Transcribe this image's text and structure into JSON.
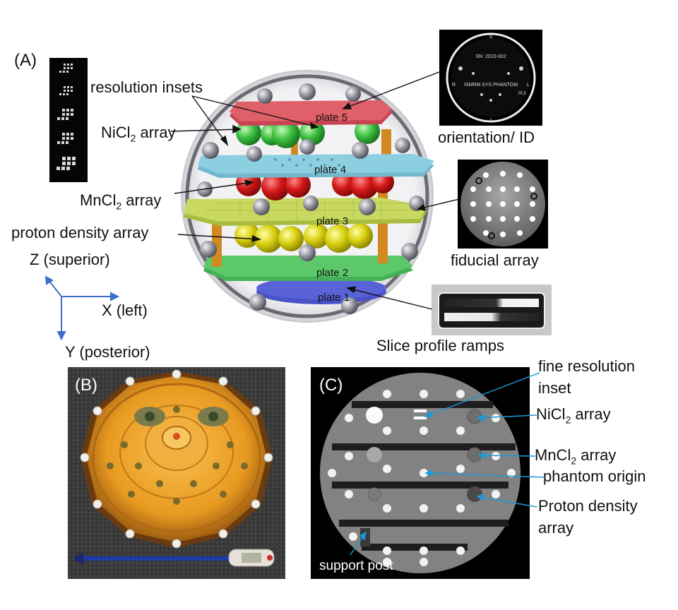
{
  "panelA": {
    "letter": "(A)",
    "labels": {
      "resolution_insets": "resolution insets",
      "nicl2_prefix": "NiCl",
      "nicl2_sub": "2",
      "nicl2_suffix": " array",
      "mncl2_prefix": "MnCl",
      "mncl2_sub": "2",
      "mncl2_suffix": " array",
      "proton_density": "proton density array",
      "orientation_id": "orientation/ ID",
      "fiducial_array": "fiducial array",
      "slice_profile": "Slice profile ramps"
    },
    "plates": [
      "plate 5",
      "plate 4",
      "plate 3",
      "plate 2",
      "plate 1"
    ],
    "axes": {
      "z": "Z (superior)",
      "x": "X (left)",
      "y": "Y (posterior)"
    },
    "orientation_image": {
      "sn": "SN: 2010-002",
      "phantom": "ISMRM SYS PHANTOM",
      "left": "L",
      "right": "R",
      "top": "S",
      "bottom": "I",
      "plate": "PL5"
    }
  },
  "panelB": {
    "letter": "(B)"
  },
  "panelC": {
    "letter": "(C)",
    "labels": {
      "fine_resolution_1": "fine resolution",
      "fine_resolution_2": "inset",
      "nicl2_prefix": "NiCl",
      "nicl2_sub": "2",
      "nicl2_suffix": " array",
      "mncl2_prefix": "MnCl",
      "mncl2_sub": "2",
      "mncl2_suffix": " array",
      "phantom_origin": "phantom origin",
      "proton_density_1": "Proton density",
      "proton_density_2": "array",
      "support_post": "support post"
    }
  },
  "colors": {
    "plate5": "#e0606a",
    "plate4": "#8ccfe0",
    "plate3": "#c8d860",
    "plate2": "#5cc86a",
    "plate1": "#5a62d8",
    "nicl2_spheres": "#4cc84c",
    "mncl2_spheres": "#d42020",
    "pd_spheres": "#d8d820",
    "pointer_blue": "#1a9ad8"
  }
}
